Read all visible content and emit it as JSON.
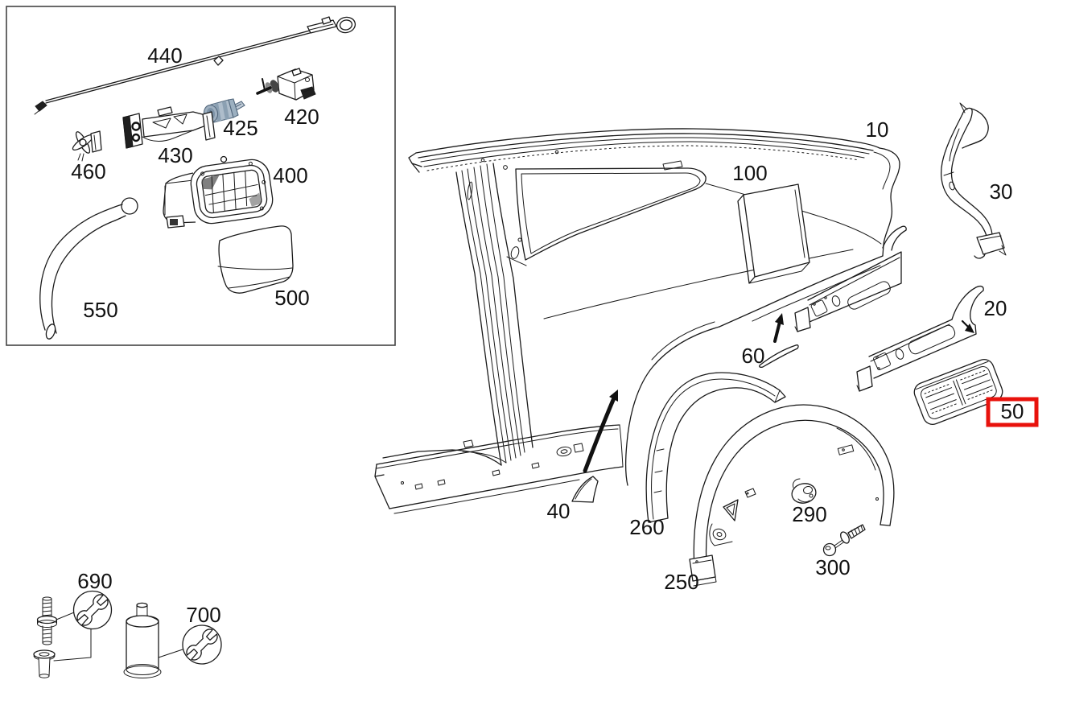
{
  "meta": {
    "document_type": "vehicle-parts-diagram",
    "view": "rear quarter panel and fuel filler area",
    "highlighted_part": "50"
  },
  "colors": {
    "background": "#ffffff",
    "line": "#1a1a1a",
    "highlight_box": "#e8120c",
    "lock_cylinder_body": "#aebdcb",
    "lock_cylinder_shade": "#8ba0b2",
    "lock_cylinder_blade": "#c2cdd8"
  },
  "icons": {
    "tool_690": "open-end-wrench",
    "tool_700": "open-end-wrench"
  },
  "labels": {
    "p10": "10",
    "p20": "20",
    "p30": "30",
    "p40": "40",
    "p50": "50",
    "p60": "60",
    "p100": "100",
    "p250": "250",
    "p260": "260",
    "p290": "290",
    "p300": "300",
    "p400": "400",
    "p420": "420",
    "p425": "425",
    "p430": "430",
    "p440": "440",
    "p460": "460",
    "p500": "500",
    "p550": "550",
    "p690": "690",
    "p700": "700"
  }
}
